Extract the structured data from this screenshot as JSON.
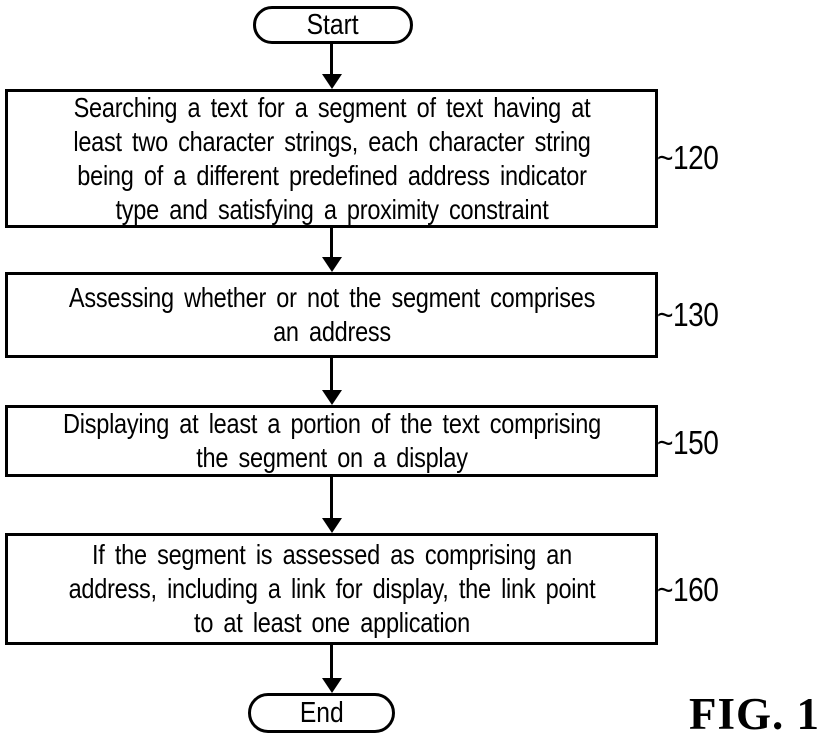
{
  "figure": {
    "caption": "FIG. 1"
  },
  "terminals": {
    "start": "Start",
    "end": "End"
  },
  "steps": [
    {
      "ref": "~120",
      "lines": [
        "Searching a text for a segment of text having at",
        "least two character strings, each character string",
        "being of a different predefined address indicator",
        "type and satisfying a proximity constraint"
      ]
    },
    {
      "ref": "~130",
      "lines": [
        "Assessing whether or not the segment comprises",
        "an address"
      ]
    },
    {
      "ref": "~150",
      "lines": [
        "Displaying at least a portion of the text comprising",
        "the segment on a display"
      ]
    },
    {
      "ref": "~160",
      "lines": [
        "If the segment is assessed as comprising an",
        "address, including a link for display, the link point",
        "to at least one application"
      ]
    }
  ]
}
